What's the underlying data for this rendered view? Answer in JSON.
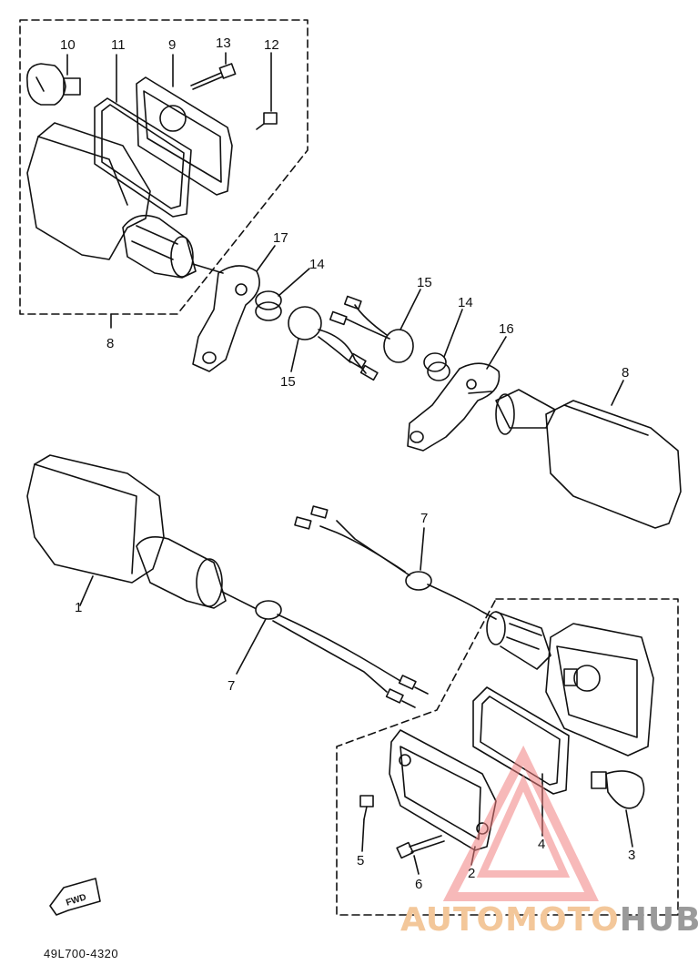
{
  "callouts": {
    "c10": "10",
    "c11": "11",
    "c9": "9",
    "c13": "13",
    "c12": "12",
    "c8a": "8",
    "c17": "17",
    "c14a": "14",
    "c15a": "15",
    "c15b": "15",
    "c14b": "14",
    "c16": "16",
    "c8b": "8",
    "c1": "1",
    "c7a": "7",
    "c7b": "7",
    "c4": "4",
    "c3": "3",
    "c5": "5",
    "c6": "6",
    "c2": "2"
  },
  "fwd_label": "FWD",
  "part_number": "49L700-4320",
  "watermark": {
    "part1": "AUTOMOTO",
    "part2": "HUB"
  },
  "colors": {
    "line": "#111111",
    "watermark_triangle": "#f08080",
    "watermark_text": "#f3c79a",
    "watermark_text2": "#9a9a9a"
  }
}
